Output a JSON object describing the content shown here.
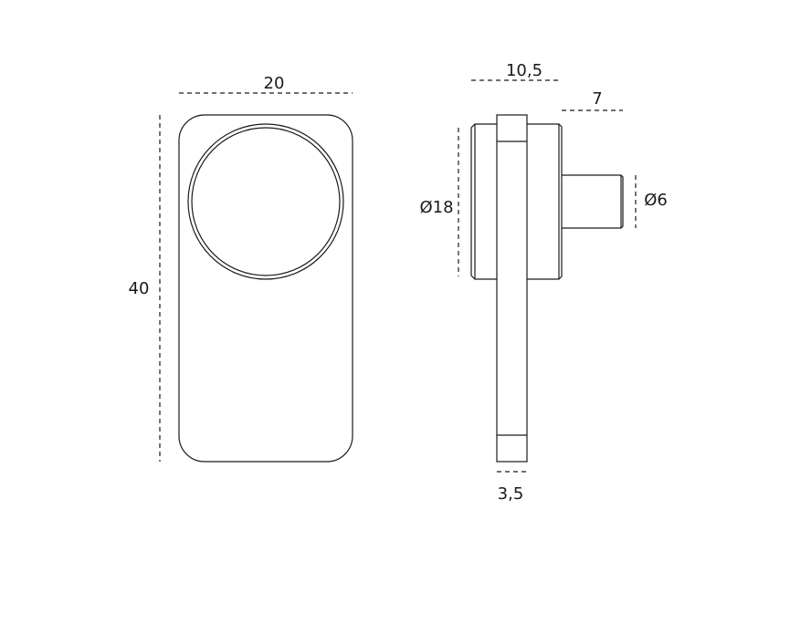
{
  "dimensions": {
    "front_width": "20",
    "front_height": "40",
    "side_depth": "10,5",
    "spindle_length": "7",
    "rose_diameter": "Ø18",
    "spindle_diameter": "Ø6",
    "plate_thickness": "3,5"
  },
  "colors": {
    "line": "#1a1a1a",
    "background": "#ffffff"
  }
}
